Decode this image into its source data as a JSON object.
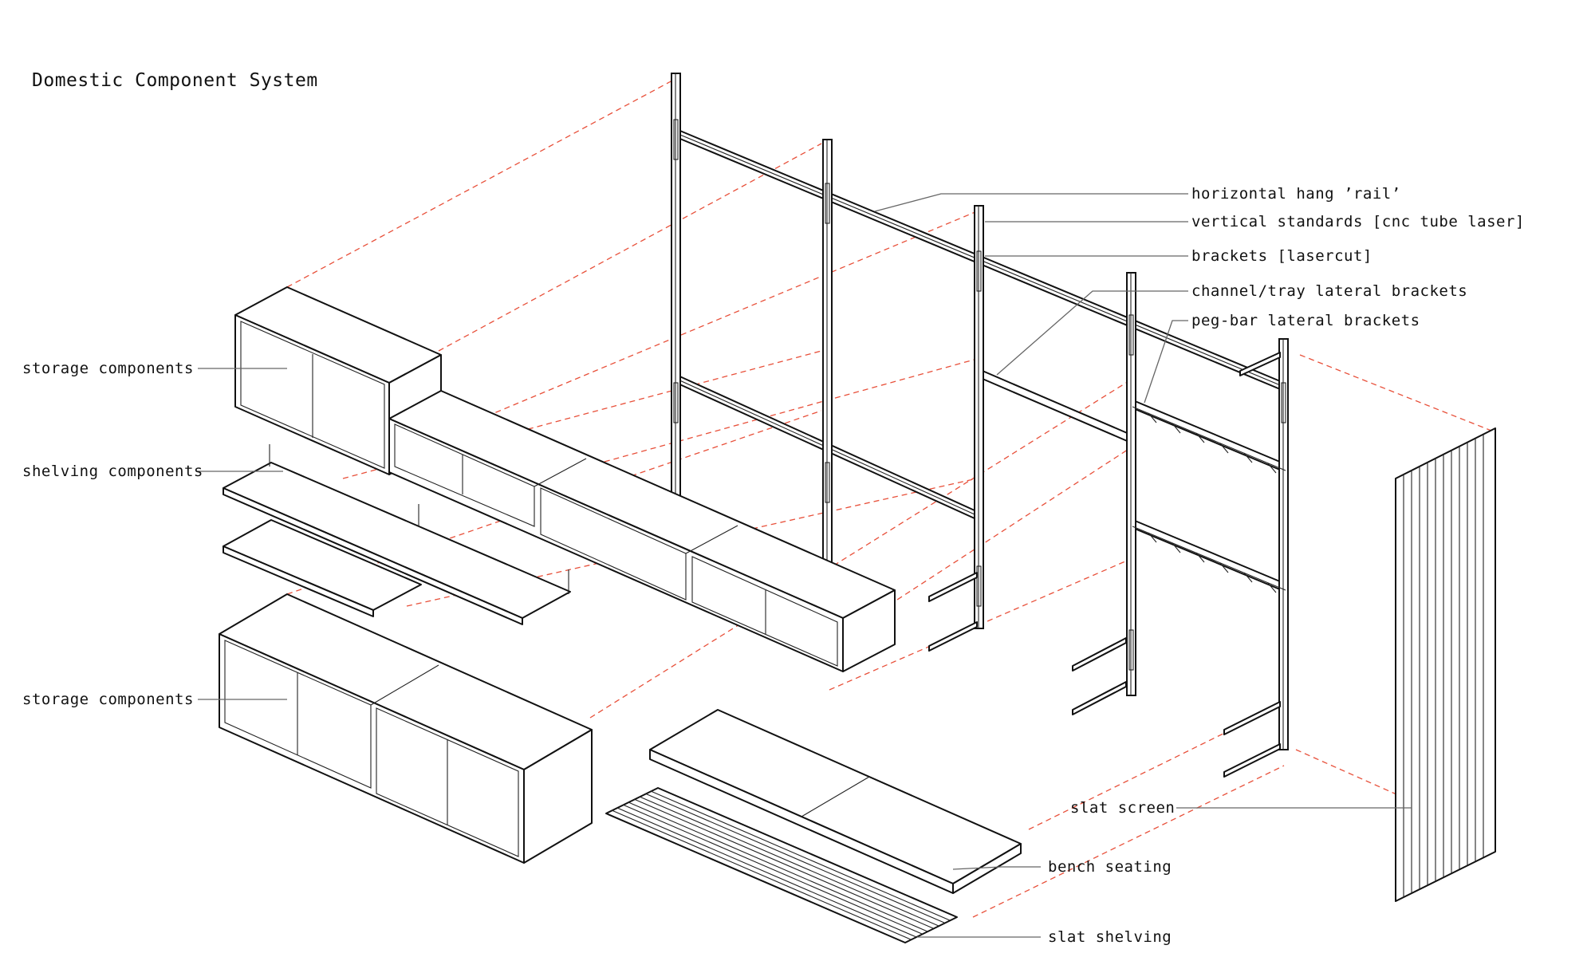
{
  "title": "Domestic Component System",
  "labels": {
    "horizontal_rail": "horizontal hang ’rail’",
    "vertical_standards": "vertical standards [cnc tube laser]",
    "brackets": "brackets [lasercut]",
    "channel_tray": "channel/tray lateral brackets",
    "peg_bar": "peg-bar lateral brackets",
    "storage_upper": "storage components",
    "shelving": "shelving components",
    "storage_lower": "storage components",
    "slat_screen": "slat screen",
    "bench_seating": "bench seating",
    "slat_shelving": "slat shelving"
  },
  "colors": {
    "line": "#111111",
    "leader": "#666666",
    "projection": "#e8503a",
    "background": "#ffffff"
  }
}
